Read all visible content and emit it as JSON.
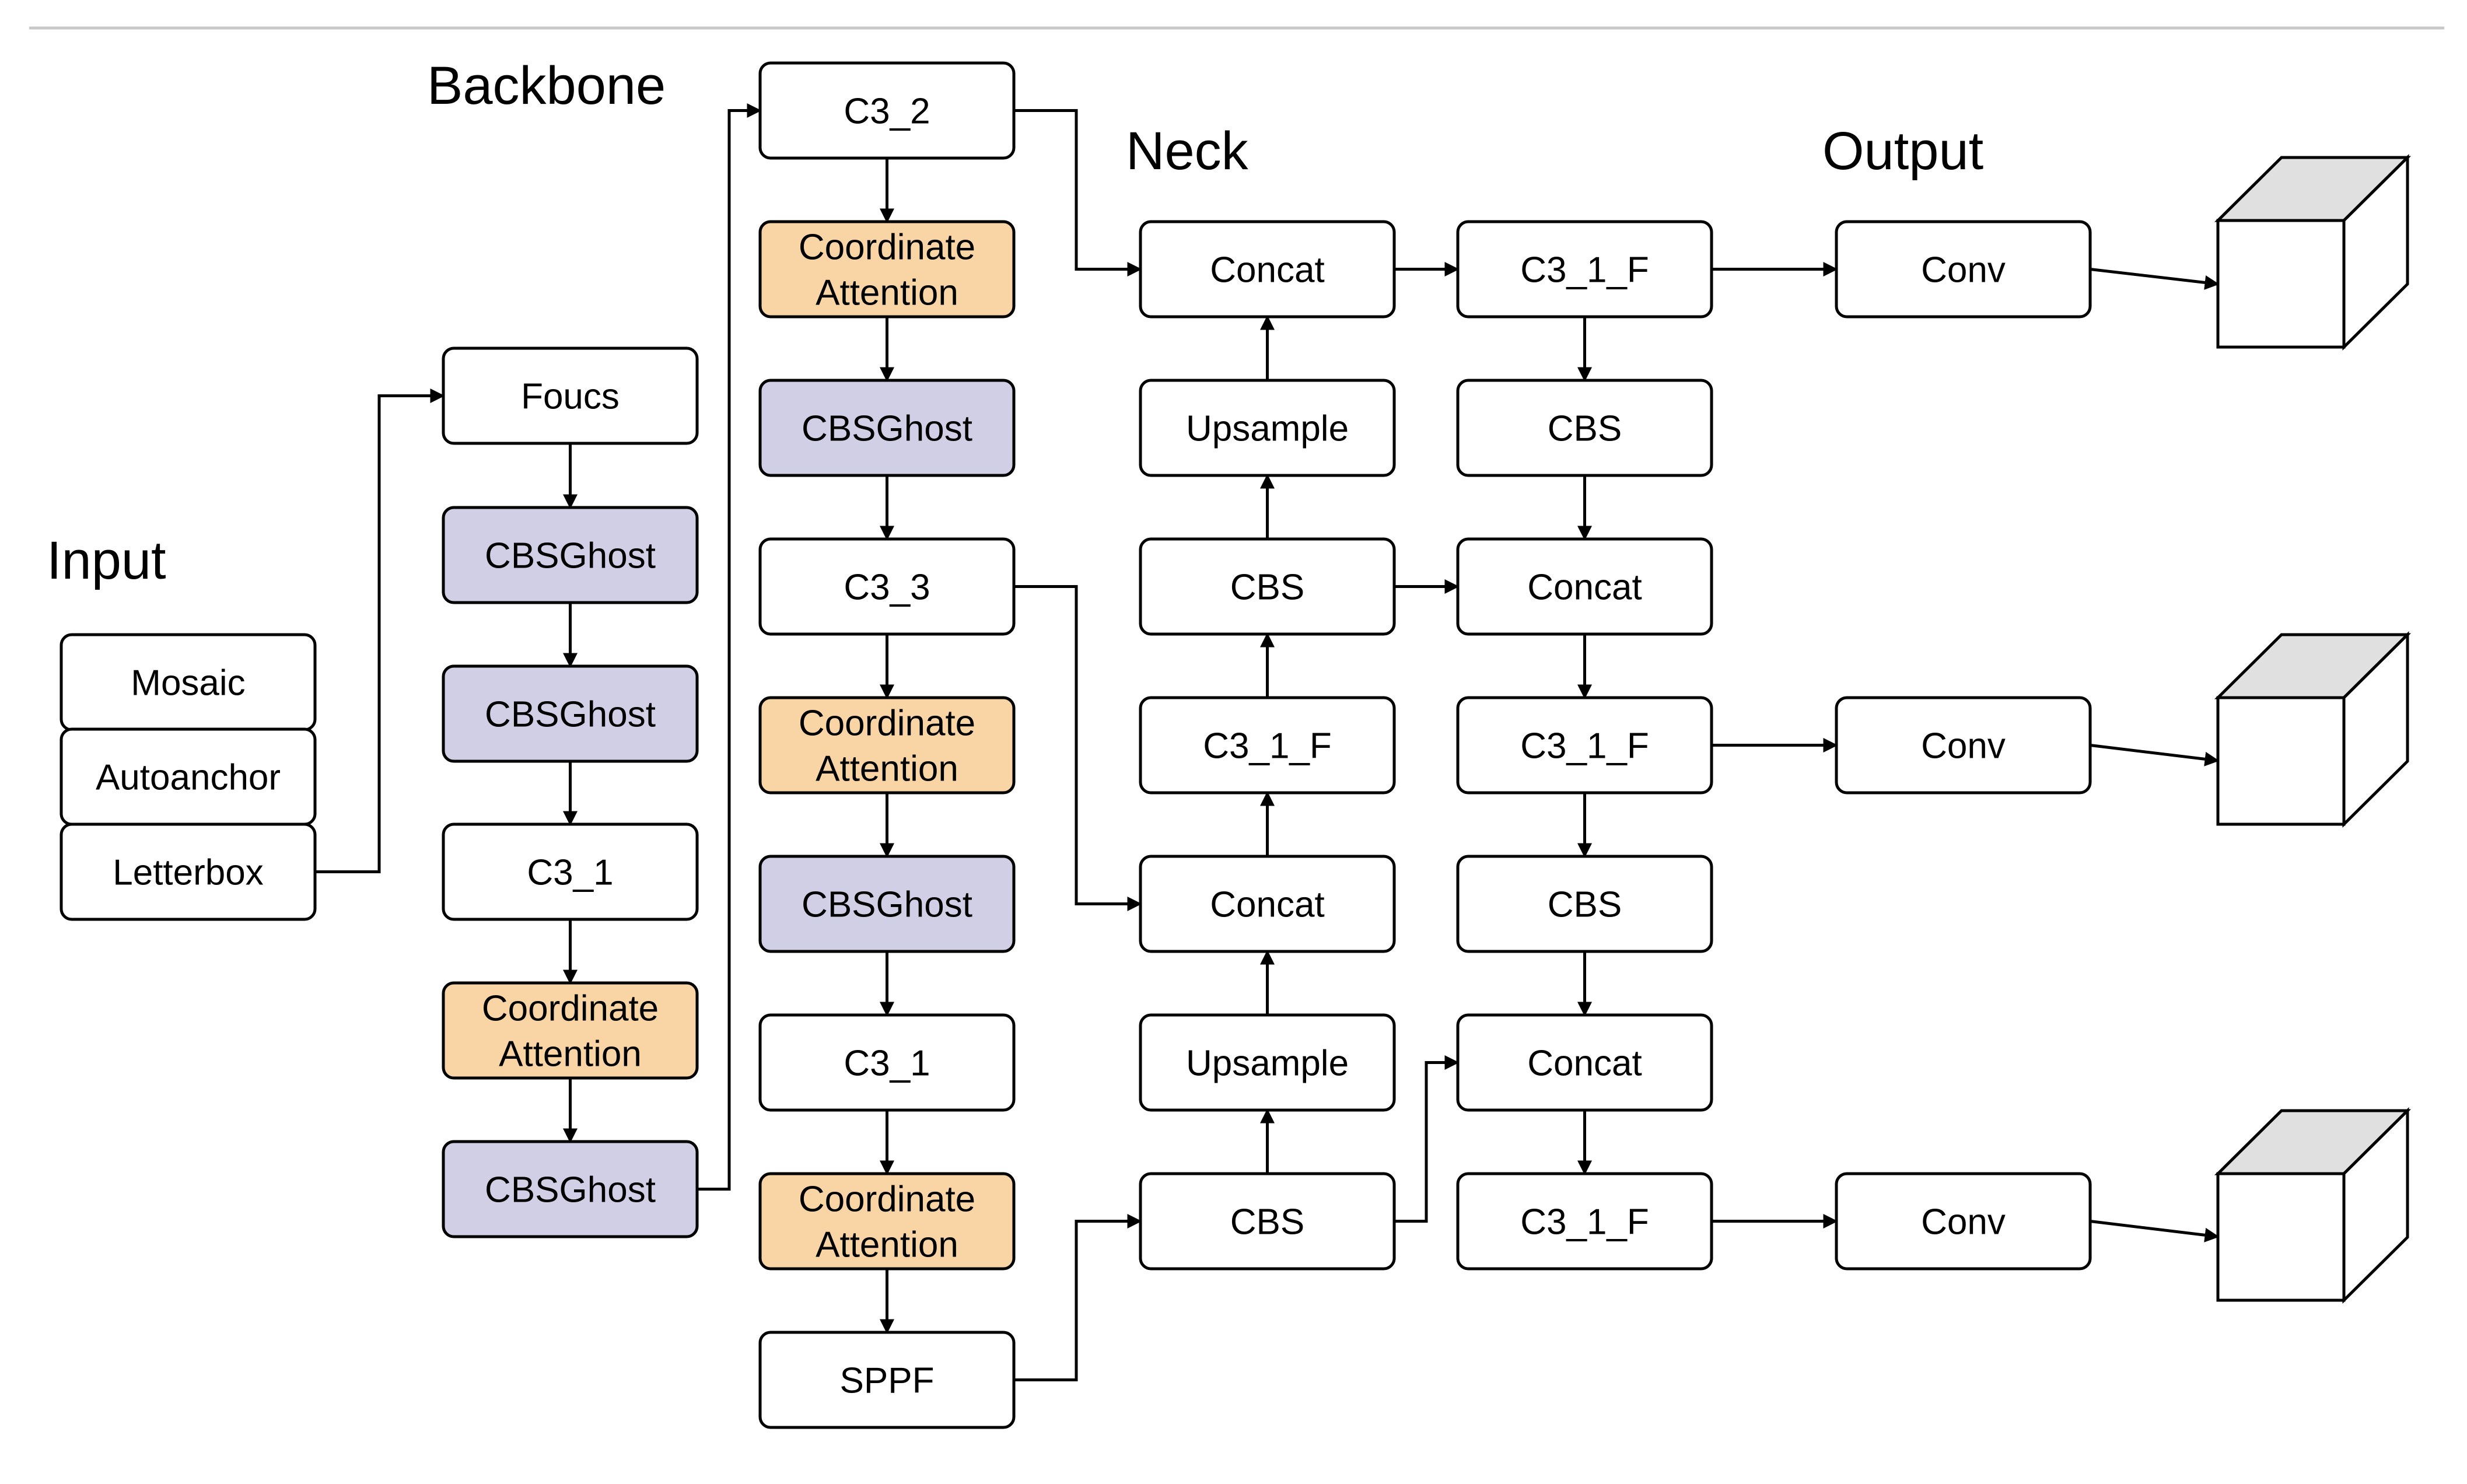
{
  "colors": {
    "frame": "#f25c5c",
    "plain": "#ffffff",
    "ghost": "#d0cfe6",
    "ghost_border": "#7f7db3",
    "attention": "#f9d5a6",
    "attention_border": "#c98a3c",
    "line": "#000000",
    "rule": "#c8c8c8",
    "cube_top": "#e0e0e0"
  },
  "sections": {
    "input": "Input",
    "backbone": "Backbone",
    "neck": "Neck",
    "output": "Output"
  },
  "nodes": {
    "mosaic": {
      "label": "Mosaic",
      "kind": "plain"
    },
    "autoanchor": {
      "label": "Autoanchor",
      "kind": "plain"
    },
    "letterbox": {
      "label": "Letterbox",
      "kind": "plain"
    },
    "foucs": {
      "label": "Foucs",
      "kind": "plain"
    },
    "b1_ghost1": {
      "label": "CBSGhost",
      "kind": "ghost"
    },
    "b1_ghost2": {
      "label": "CBSGhost",
      "kind": "ghost"
    },
    "b1_c3_1": {
      "label": "C3_1",
      "kind": "plain"
    },
    "b1_attn": {
      "label": "Coordinate\nAttention",
      "kind": "attention"
    },
    "b1_ghost3": {
      "label": "CBSGhost",
      "kind": "ghost"
    },
    "b2_c3_2": {
      "label": "C3_2",
      "kind": "plain"
    },
    "b2_attn1": {
      "label": "Coordinate\nAttention",
      "kind": "attention"
    },
    "b2_ghost1": {
      "label": "CBSGhost",
      "kind": "ghost"
    },
    "b2_c3_3": {
      "label": "C3_3",
      "kind": "plain"
    },
    "b2_attn2": {
      "label": "Coordinate\nAttention",
      "kind": "attention"
    },
    "b2_ghost2": {
      "label": "CBSGhost",
      "kind": "ghost"
    },
    "b2_c3_1": {
      "label": "C3_1",
      "kind": "plain"
    },
    "b2_attn3": {
      "label": "Coordinate\nAttention",
      "kind": "attention"
    },
    "sppf": {
      "label": "SPPF",
      "kind": "plain"
    },
    "n1_concat_top": {
      "label": "Concat",
      "kind": "plain"
    },
    "n1_upsample_top": {
      "label": "Upsample",
      "kind": "plain"
    },
    "n1_cbs_top": {
      "label": "CBS",
      "kind": "plain"
    },
    "n1_c3f": {
      "label": "C3_1_F",
      "kind": "plain"
    },
    "n1_concat_mid": {
      "label": "Concat",
      "kind": "plain"
    },
    "n1_upsample_bot": {
      "label": "Upsample",
      "kind": "plain"
    },
    "n1_cbs_bot": {
      "label": "CBS",
      "kind": "plain"
    },
    "n2_c3f_top": {
      "label": "C3_1_F",
      "kind": "plain"
    },
    "n2_cbs_top": {
      "label": "CBS",
      "kind": "plain"
    },
    "n2_concat_top": {
      "label": "Concat",
      "kind": "plain"
    },
    "n2_c3f_mid": {
      "label": "C3_1_F",
      "kind": "plain"
    },
    "n2_cbs_bot": {
      "label": "CBS",
      "kind": "plain"
    },
    "n2_concat_bot": {
      "label": "Concat",
      "kind": "plain"
    },
    "n2_c3f_bot": {
      "label": "C3_1_F",
      "kind": "plain"
    },
    "conv_top": {
      "label": "Conv",
      "kind": "plain"
    },
    "conv_mid": {
      "label": "Conv",
      "kind": "plain"
    },
    "conv_bot": {
      "label": "Conv",
      "kind": "plain"
    }
  }
}
